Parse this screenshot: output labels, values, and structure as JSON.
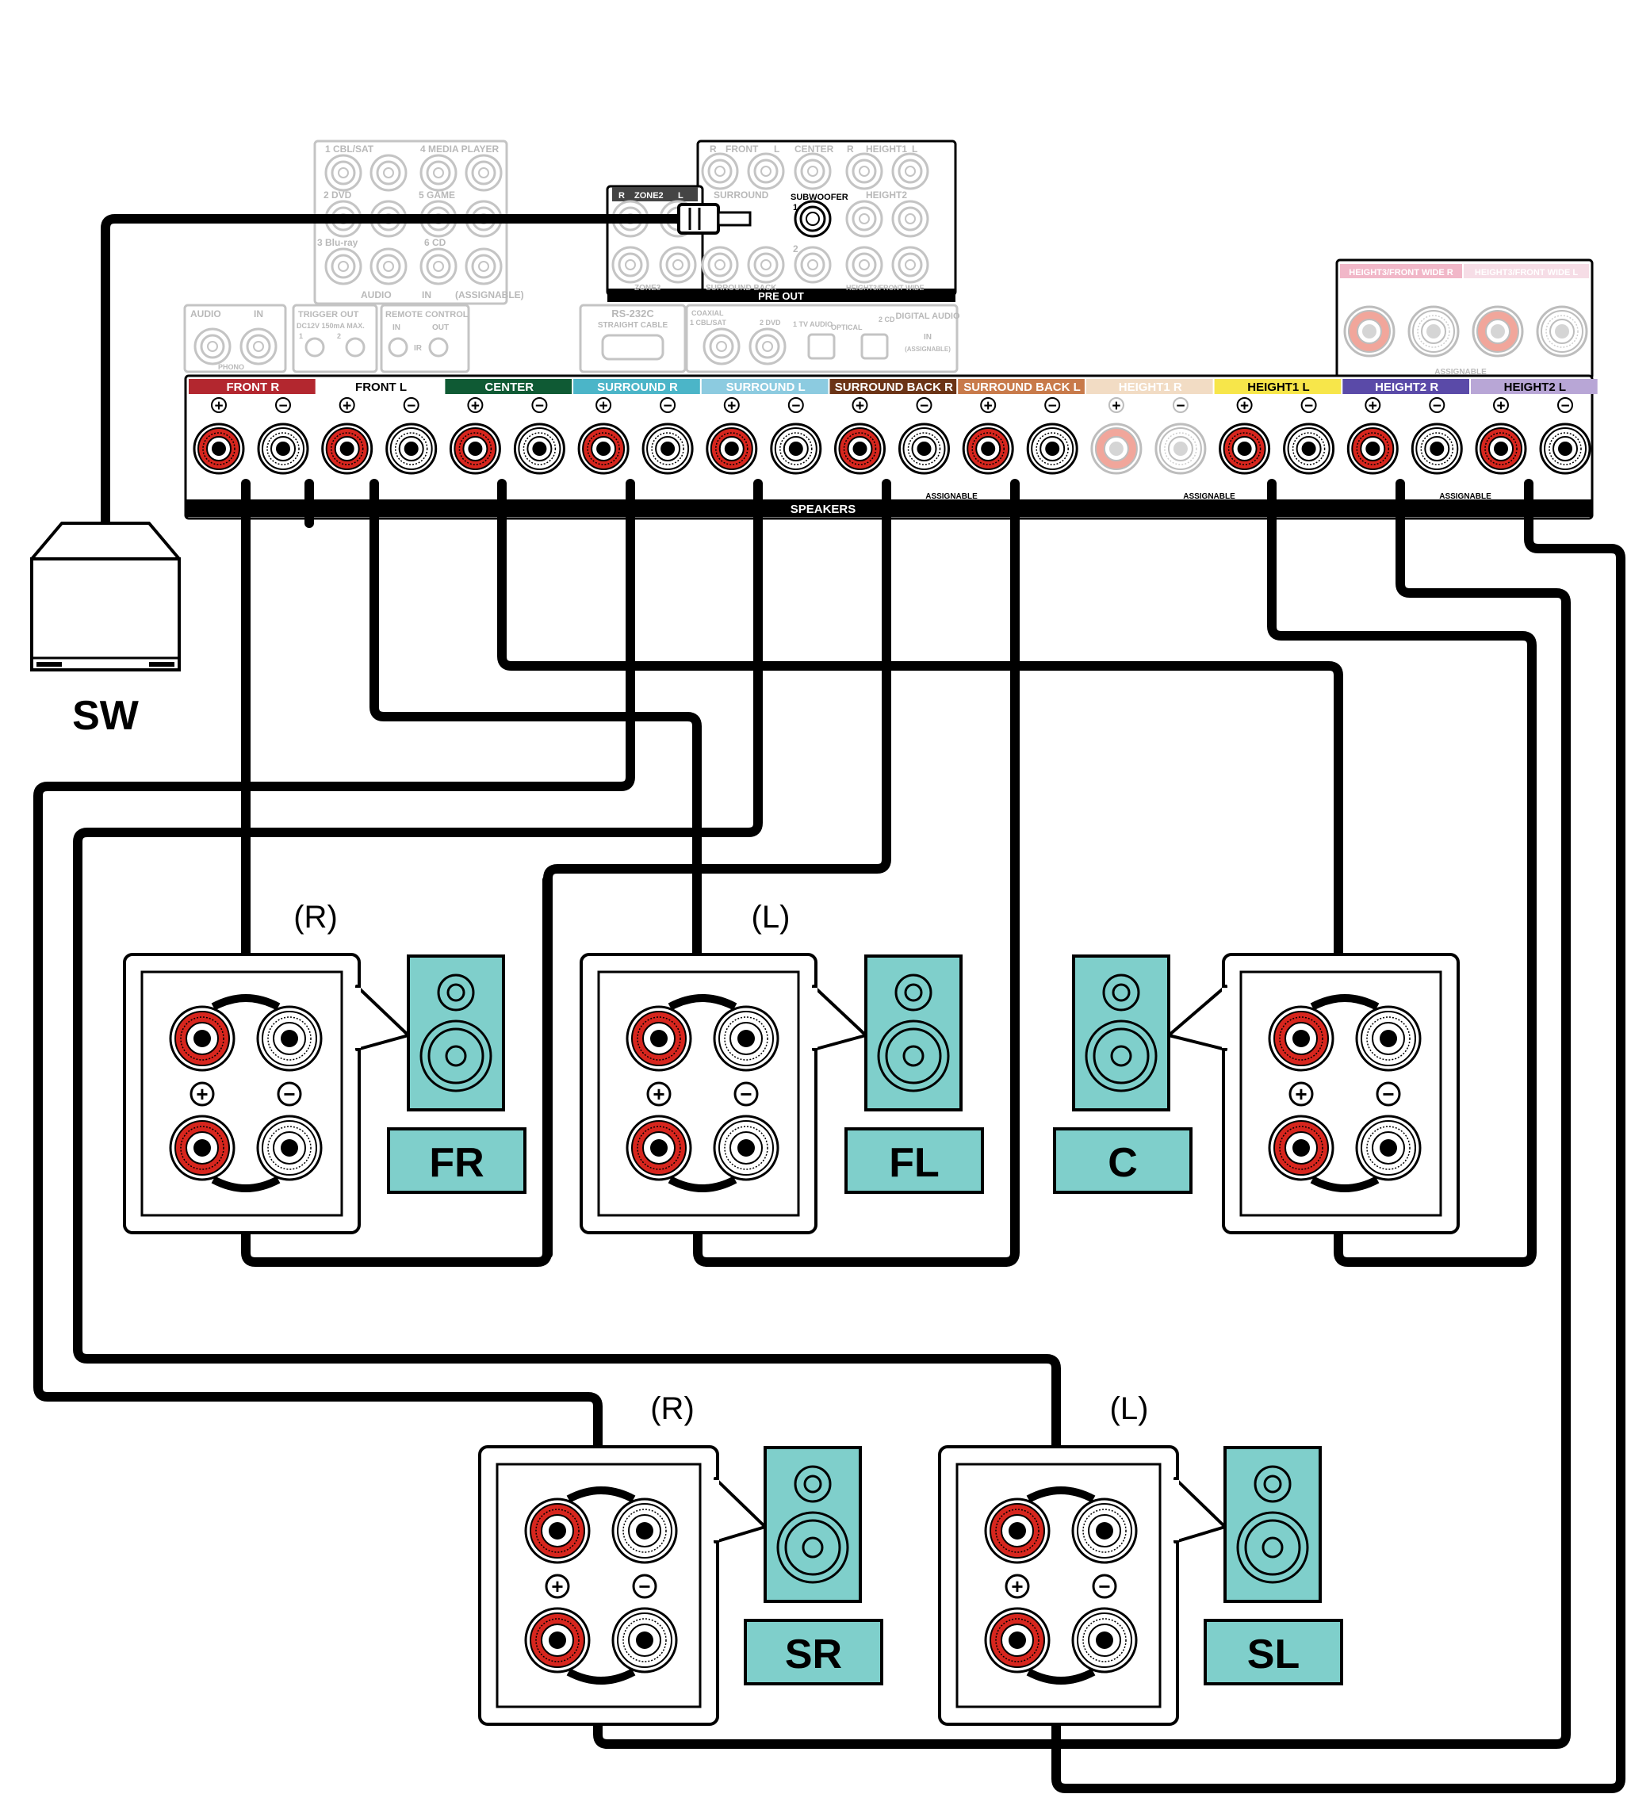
{
  "receiver": {
    "speaker_terminals": [
      {
        "label": "FRONT R",
        "color": "#b3272f"
      },
      {
        "label": "FRONT L",
        "color": "#ffffff"
      },
      {
        "label": "CENTER",
        "color": "#0f5a34"
      },
      {
        "label": "SURROUND R",
        "color": "#4bb5c8"
      },
      {
        "label": "SURROUND L",
        "color": "#8ccbe0"
      },
      {
        "label": "SURROUND BACK R",
        "color": "#6b3416"
      },
      {
        "label": "SURROUND BACK L",
        "color": "#c87a4a"
      },
      {
        "label": "HEIGHT1 R",
        "color": "#f2dcc4"
      },
      {
        "label": "HEIGHT1 L",
        "color": "#f7e64a"
      },
      {
        "label": "HEIGHT2 R",
        "color": "#5a4aa8"
      },
      {
        "label": "HEIGHT2 L",
        "color": "#b8a6d6"
      }
    ],
    "height3_labels": [
      "HEIGHT3/FRONT WIDE R",
      "HEIGHT3/FRONT WIDE L"
    ],
    "speakers_label": "SPEAKERS",
    "assignable_label": "ASSIGNABLE",
    "plus_symbol": "+",
    "minus_symbol": "−",
    "preout": {
      "label": "PRE OUT",
      "subwoofer": "SUBWOOFER",
      "sub1": "1",
      "sub2": "2",
      "zone2": "ZONE2",
      "zone3": "ZONE3",
      "front": "FRONT",
      "center": "CENTER",
      "height1": "HEIGHT1",
      "surround": "SURROUND",
      "height2": "HEIGHT2",
      "surround_back": "SURROUND BACK",
      "height3": "HEIGHT3/FRONT WIDE",
      "r": "R",
      "l": "L"
    },
    "audio_in": {
      "cbl_sat": "1 CBL/SAT",
      "media_player": "4 MEDIA PLAYER",
      "dvd": "2 DVD",
      "game": "5 GAME",
      "bluray": "3 Blu-ray",
      "cd": "6 CD",
      "footer": "AUDIO",
      "in": "IN",
      "assignable": "(ASSIGNABLE)"
    },
    "phono": {
      "audio": "AUDIO",
      "in": "IN",
      "phono": "PHONO"
    },
    "trigger": {
      "title": "TRIGGER OUT",
      "spec": "DC12V 150mA MAX.",
      "one": "1",
      "two": "2"
    },
    "remote": {
      "title": "REMOTE CONTROL",
      "in": "IN",
      "out": "OUT",
      "ir": "IR"
    },
    "rs232c": {
      "title": "RS-232C",
      "sub": "STRAIGHT CABLE"
    },
    "digital": {
      "coaxial": "COAXIAL",
      "coax1": "1 CBL/SAT",
      "dvd": "2 DVD",
      "tv": "1 TV AUDIO",
      "optical": "OPTICAL",
      "cd": "2 CD",
      "title": "DIGITAL AUDIO",
      "in": "IN",
      "assignable": "(ASSIGNABLE)"
    }
  },
  "subwoofer": {
    "label": "SW"
  },
  "speakers": [
    {
      "id": "FR",
      "channel": "(R)",
      "color": "#7fcfcb"
    },
    {
      "id": "FL",
      "channel": "(L)",
      "color": "#7fcfcb"
    },
    {
      "id": "C",
      "channel": "",
      "color": "#7fcfcb"
    },
    {
      "id": "SR",
      "channel": "(R)",
      "color": "#7fcfcb"
    },
    {
      "id": "SL",
      "channel": "(L)",
      "color": "#7fcfcb"
    }
  ]
}
